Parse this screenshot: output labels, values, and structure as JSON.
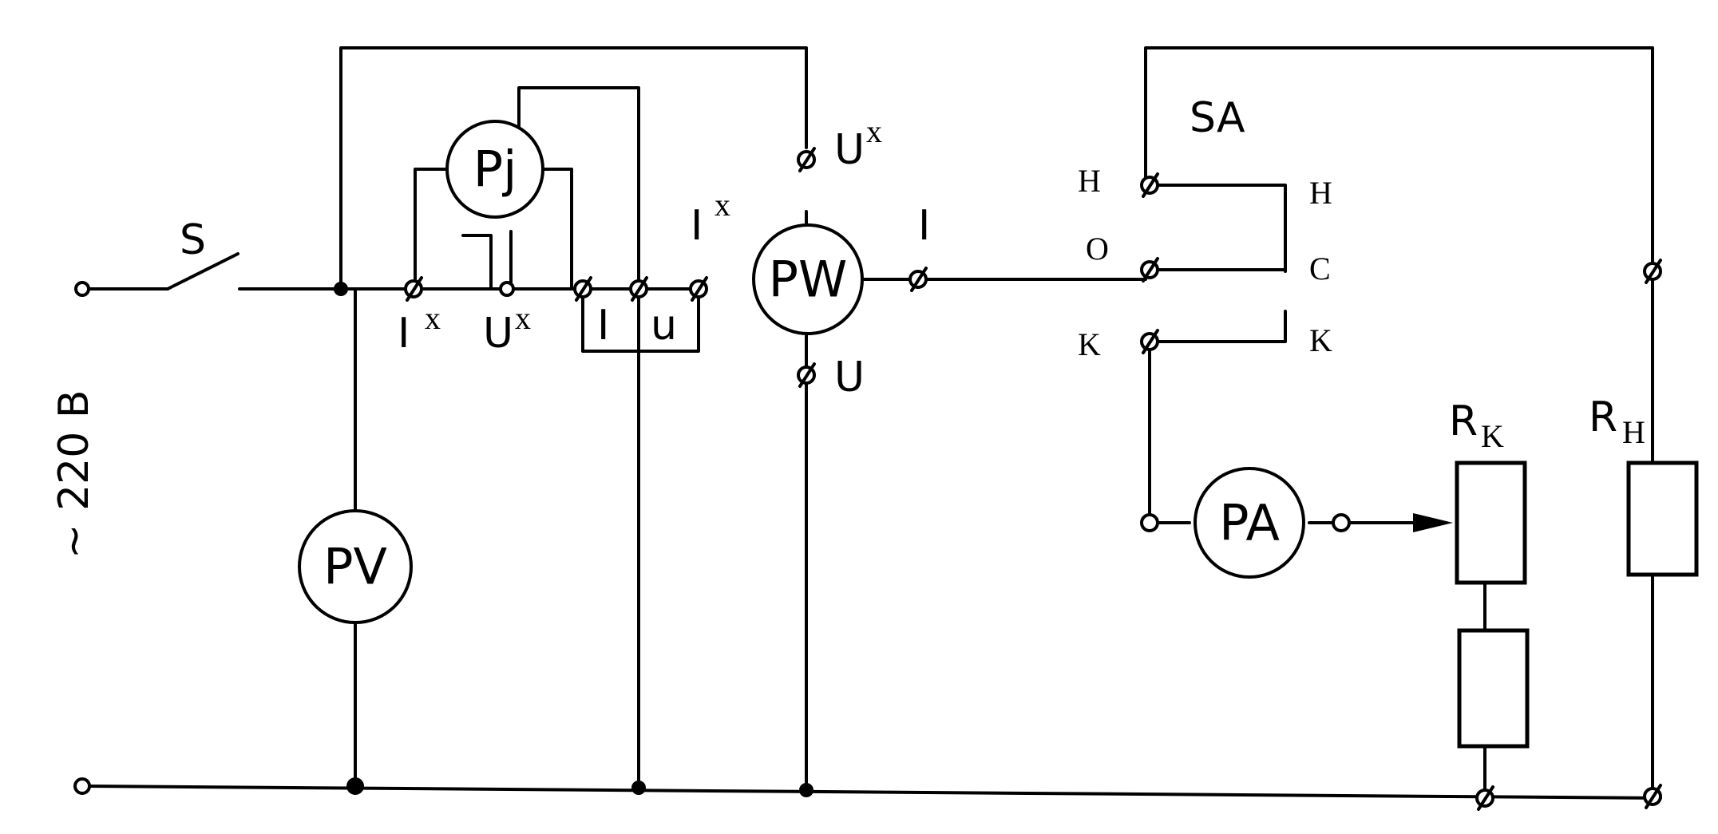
{
  "colors": {
    "ink": "#000000",
    "paper": "#ffffff"
  },
  "labels": {
    "switch": "S",
    "supply": "~ 220 В",
    "phase_meter": "Pj",
    "wattmeter": "PW",
    "voltmeter": "PV",
    "ammeter": "PA",
    "selector": "SA",
    "pj_i_star": "I",
    "pj_i_star_mark": "x",
    "pj_u_star": "U",
    "pj_u_star_mark": "x",
    "pj_i": "I",
    "pj_u": "u",
    "pw_u_star": "U",
    "pw_u_star_mark": "x",
    "pw_i_star": "I",
    "pw_i_star_mark": "x",
    "pw_i": "I",
    "pw_u": "U",
    "sa_h_left": "H",
    "sa_h_right": "H",
    "sa_o": "O",
    "sa_c": "C",
    "sa_k_left": "K",
    "sa_k_right": "K",
    "rk": "R",
    "rk_sub": "K",
    "rh": "R",
    "rh_sub": "H"
  }
}
